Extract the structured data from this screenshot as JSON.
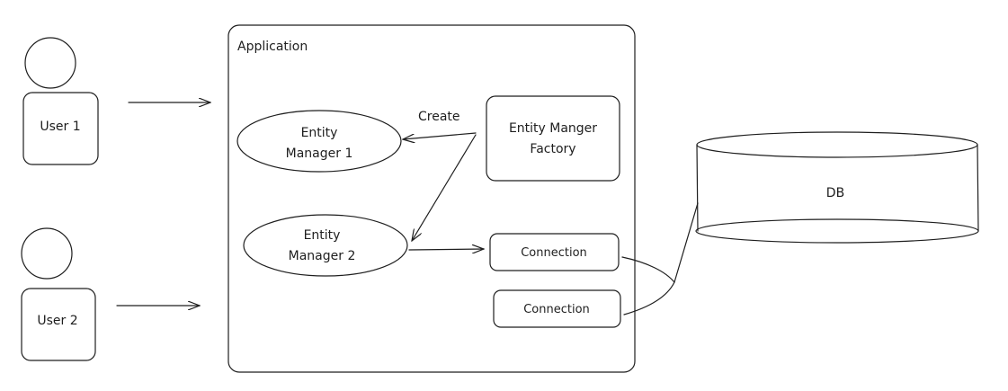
{
  "users": [
    {
      "label": "User 1"
    },
    {
      "label": "User 2"
    }
  ],
  "application": {
    "label": "Application"
  },
  "entity_managers": [
    {
      "line1": "Entity",
      "line2": "Manager 1"
    },
    {
      "line1": "Entity",
      "line2": "Manager 2"
    }
  ],
  "factory": {
    "line1": "Entity Manger",
    "line2": "Factory"
  },
  "create_label": "Create",
  "connections": [
    {
      "label": "Connection"
    },
    {
      "label": "Connection"
    }
  ],
  "database": {
    "label": "DB"
  },
  "colors": {
    "stroke": "#1e1e1e",
    "background": "#ffffff"
  }
}
